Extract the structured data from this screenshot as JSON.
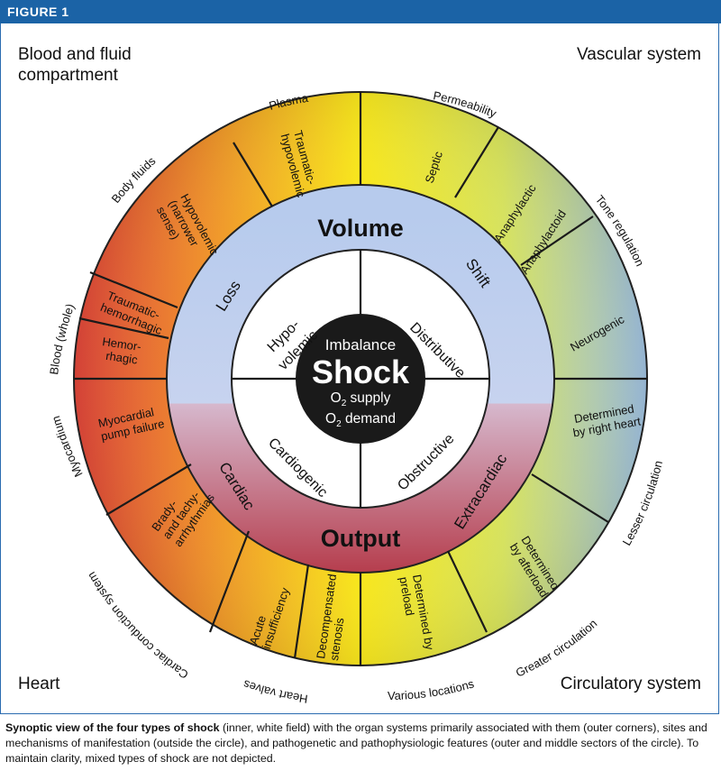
{
  "figure_label": "FIGURE 1",
  "corners": {
    "top_left": "Blood and fluid compartment",
    "top_right": "Vascular system",
    "bottom_left": "Heart",
    "bottom_right": "Circulatory system"
  },
  "center": {
    "top": "Imbalance",
    "main": "Shock",
    "line1": "O",
    "line1_sub": "2",
    "line1_rest": " supply",
    "line2": "O",
    "line2_sub": "2",
    "line2_rest": " demand"
  },
  "types": {
    "hypovolemic_1": "Hypo-",
    "hypovolemic_2": "volemic",
    "distributive": "Distributive",
    "cardiogenic": "Cardiogenic",
    "obstructive": "Obstructive"
  },
  "middle_ring": {
    "volume": "Volume",
    "output": "Output",
    "loss": "Loss",
    "shift": "Shift",
    "cardiac": "Cardiac",
    "extracardiac": "Extracardiac"
  },
  "outer_sectors": {
    "traumatic_hypovolemic": [
      "Traumatic-",
      "hypovolemic"
    ],
    "septic": [
      "Septic"
    ],
    "anaphylactic": [
      "Anaphylactic"
    ],
    "anaphylactoid": [
      "Anaphylactoid"
    ],
    "neurogenic": [
      "Neurogenic"
    ],
    "hypovolemic_narrower": [
      "Hypovolemic",
      "(narrower",
      "sense)"
    ],
    "traumatic_hemorrhagic": [
      "Traumatic-",
      "hemorrhagic"
    ],
    "hemorrhagic": [
      "Hemor-",
      "rhagic"
    ],
    "myocardial_pump_failure": [
      "Myocardial",
      "pump failure"
    ],
    "brady_tachy": [
      "Brady-",
      "and tachy-",
      "arrhythmias"
    ],
    "acute_insufficiency": [
      "Acute",
      "insufficiency"
    ],
    "decompensated_stenosis": [
      "Decompensated",
      "stenosis"
    ],
    "determined_by_preload": [
      "Determined by",
      "preload"
    ],
    "determined_by_afterload": [
      "Determined",
      "by afterload"
    ],
    "determined_by_right_heart": [
      "Determined",
      "by right heart"
    ]
  },
  "outside_labels": {
    "plasma": "Plasma",
    "permeability": "Permeability",
    "body_fluids": "Body fluids",
    "tone_regulation": "Tone regulation",
    "blood_whole": "Blood (whole)",
    "myocardium": "Myocardium",
    "lesser_circulation": "Lesser circulation",
    "cardiac_conduction_system": "Cardiac conduction system",
    "greater_circulation": "Greater circulation",
    "heart_valves": "Heart valves",
    "various_locations": "Various locations"
  },
  "caption": {
    "bold": "Synoptic view of the four types of shock",
    "rest": " (inner, white field) with the organ systems primarily associated with them (outer corners), sites and mechanisms of manifestation (outside the circle), and pathogenetic and pathophysiologic features (outer and middle sectors of the circle). To maintain clarity, mixed types of shock are not depicted."
  },
  "colors": {
    "header": "#1b63a6",
    "volume_blue": "#a9bfe6",
    "output_red": "#b8384a",
    "yellow": "#f7e81a",
    "orange": "#ee8a2a",
    "red": "#e0483a",
    "center": "#1a1a1a"
  }
}
